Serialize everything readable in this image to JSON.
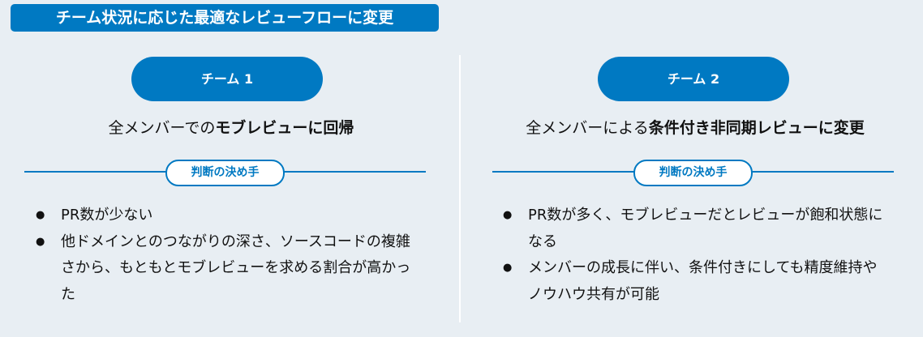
{
  "title": "チーム状況に応じた最適なレビューフローに変更",
  "colors": {
    "accent": "#0079c2",
    "background": "#e8eef3"
  },
  "teams": [
    {
      "name": "チーム 1",
      "summary_plain": "全メンバーでの",
      "summary_bold": "モブレビューに回帰",
      "badge": "判断の決め手",
      "reasons": [
        "PR数が少ない",
        "他ドメインとのつながりの深さ、ソースコードの複雑さから、もともとモブレビューを求める割合が高かった"
      ]
    },
    {
      "name": "チーム 2",
      "summary_plain": "全メンバーによる",
      "summary_bold": "条件付き非同期レビューに変更",
      "badge": "判断の決め手",
      "reasons": [
        "PR数が多く、モブレビューだとレビューが飽和状態になる",
        "メンバーの成長に伴い、条件付きにしても精度維持やノウハウ共有が可能"
      ]
    }
  ]
}
